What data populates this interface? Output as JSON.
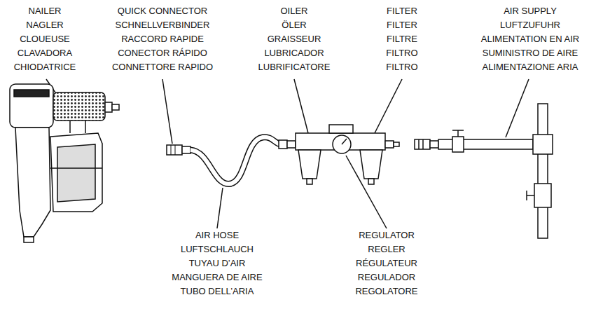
{
  "diagram": {
    "labels": [
      "NAILER",
      "NAGLER",
      "CLOUEUSE",
      "CLAVADORA",
      "CHIODATRICE",
      "QUICK CONNECTOR",
      "SCHNELLVERBINDER",
      "RACCORD RAPIDE",
      "CONECTOR RÁPIDO",
      "CONNETTORE RAPIDO",
      "OILER",
      "ÖLER",
      "GRAISSEUR",
      "LUBRICADOR",
      "LUBRIFICATORE",
      "FILTER",
      "FILTER",
      "FILTRE",
      "FILTRO",
      "FILTRO",
      "AIR SUPPLY",
      "LUFTZUFUHR",
      "ALIMENTATION EN AIR",
      "SUMINISTRO DE AIRE",
      "ALIMENTAZIONE ARIA",
      "AIR HOSE",
      "LUFTSCHLAUCH",
      "TUYAU D’AIR",
      "MANGUERA DE AIRE",
      "TUBO DELL’ARIA",
      "REGULATOR",
      "REGLER",
      "RÉGULATEUR",
      "REGULADOR",
      "REGOLATORE"
    ]
  }
}
